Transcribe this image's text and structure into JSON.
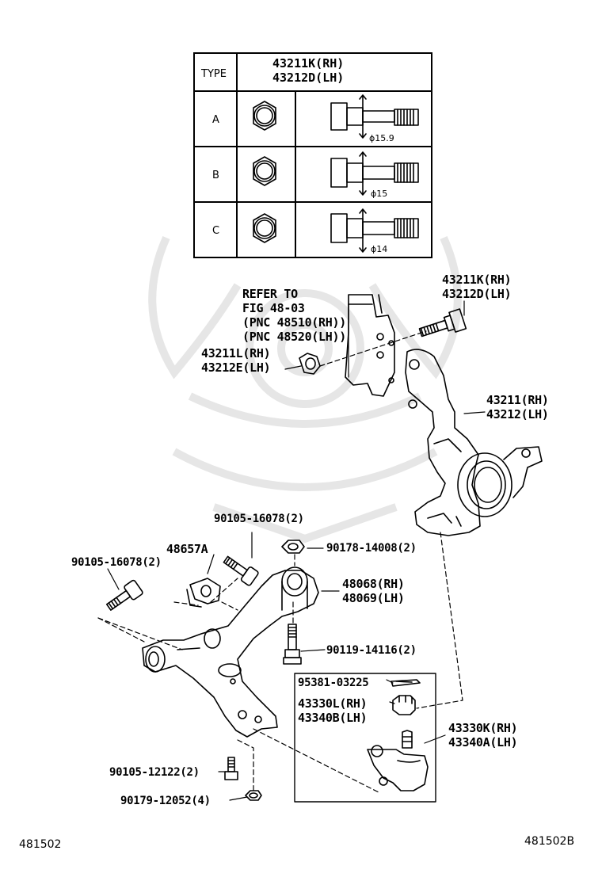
{
  "table": {
    "header_type": "TYPE",
    "header_part_rh": "43211K(RH)",
    "header_part_lh": "43212D(LH)",
    "rows": [
      {
        "type": "A",
        "dim": "ϕ15.9"
      },
      {
        "type": "B",
        "dim": "ϕ15"
      },
      {
        "type": "C",
        "dim": "ϕ14"
      }
    ]
  },
  "labels": {
    "refer_1": "REFER TO",
    "refer_2": "FIG 48-03",
    "refer_3": "(PNC 48510(RH))",
    "refer_4": "(PNC 48520(LH))",
    "bolt_top_rh": "43211K(RH)",
    "bolt_top_lh": "43212D(LH)",
    "nut_rh": "43211L(RH)",
    "nut_lh": "43212E(LH)",
    "knuckle_rh": "43211(RH)",
    "knuckle_lh": "43212(LH)",
    "bolt_16078_top": "90105-16078(2)",
    "bracket": "48657A",
    "nut_14008": "90178-14008(2)",
    "bolt_16078_left": "90105-16078(2)",
    "arm_rh": "48068(RH)",
    "arm_lh": "48069(LH)",
    "bolt_14116": "90119-14116(2)",
    "cotter": "95381-03225",
    "bj_nut_rh": "43330L(RH)",
    "bj_nut_lh": "43340B(LH)",
    "bj_rh": "43330K(RH)",
    "bj_lh": "43340A(LH)",
    "bolt_12122": "90105-12122(2)",
    "nut_12052": "90179-12052(4)"
  },
  "footer": {
    "left_code": "481502",
    "right_code": "481502B"
  }
}
